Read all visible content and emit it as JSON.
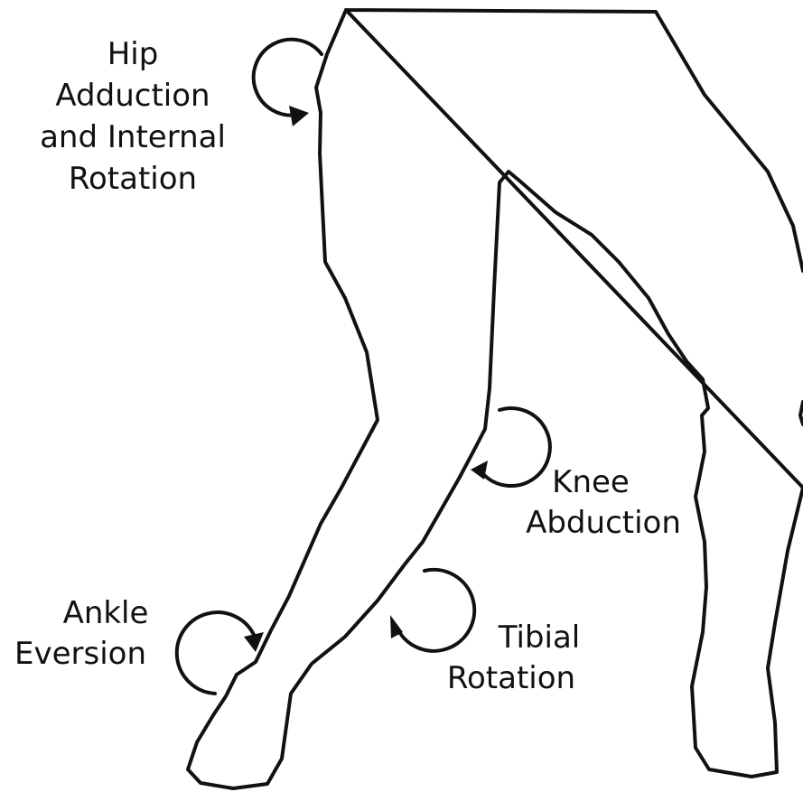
{
  "labels": {
    "hip": [
      "Hip",
      "Adduction",
      "and Internal",
      "Rotation"
    ],
    "knee": [
      "Knee",
      "Abduction"
    ],
    "ankle": [
      "Ankle",
      "Eversion"
    ],
    "tibial": [
      "Tibial",
      "Rotation"
    ]
  }
}
